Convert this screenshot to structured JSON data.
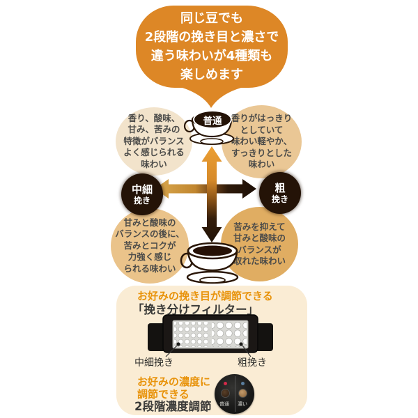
{
  "colors": {
    "bubble_orange": "#DD8726",
    "heading_orange": "#E8930B",
    "arrow_gold": "#D9A84E",
    "arrow_orange": "#EC9F33",
    "dark_brown": "#241307",
    "panel_cream": "#FAECD4",
    "led_red": "#D5294A",
    "led_blue": "#5A7E9E"
  },
  "bubble": {
    "lines": [
      "同じ豆でも",
      "2段階の挽き目と濃さで",
      "違う味わいが4種類も",
      "楽しめます"
    ]
  },
  "matrix": {
    "strength_label": "普通",
    "grind_left": {
      "top": "中細",
      "bottom": "挽き"
    },
    "grind_right": {
      "top": "粗",
      "bottom": "挽き"
    },
    "quad_top_left": [
      "香り、酸味、",
      "甘み、苦みの",
      "特徴がバランス",
      "よく感じられる",
      "味わい"
    ],
    "quad_top_right": [
      "香りがはっきり",
      "としていて",
      "味わい軽やか、",
      "すっきりとした",
      "味わい"
    ],
    "quad_bottom_left": [
      "甘みと酸味の",
      "バランスの後に、",
      "苦みとコクが",
      "力強く感じ",
      "られる味わい"
    ],
    "quad_bottom_right": [
      "苦みを抑えて",
      "甘みと酸味の",
      "バランスが",
      "取れた味わい"
    ]
  },
  "panel": {
    "grind_caption": "お好みの挽き目が調節できる",
    "grind_name": "「挽き分けフィルター」",
    "filter_left_label": "中細挽き",
    "filter_right_label": "粗挽き",
    "strength_caption": [
      "お好みの濃度に",
      "調節できる"
    ],
    "strength_name": "2段階濃度調節",
    "dial": {
      "left": "普通",
      "right": "濃い"
    }
  }
}
